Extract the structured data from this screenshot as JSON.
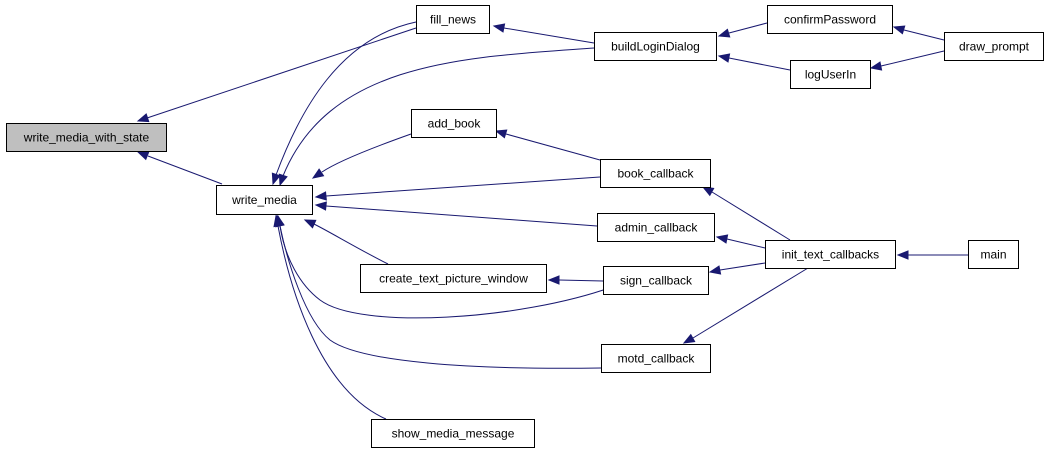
{
  "graph": {
    "edge_color": "#191970",
    "current_fill": "#bfbfbf",
    "node_fill": "#ffffff",
    "nodes": [
      {
        "id": "write_media_with_state",
        "label": "write_media_with_state",
        "current": true
      },
      {
        "id": "fill_news",
        "label": "fill_news"
      },
      {
        "id": "write_media",
        "label": "write_media"
      },
      {
        "id": "buildLoginDialog",
        "label": "buildLoginDialog"
      },
      {
        "id": "confirmPassword",
        "label": "confirmPassword"
      },
      {
        "id": "logUserIn",
        "label": "logUserIn"
      },
      {
        "id": "draw_prompt",
        "label": "draw_prompt"
      },
      {
        "id": "add_book",
        "label": "add_book"
      },
      {
        "id": "book_callback",
        "label": "book_callback"
      },
      {
        "id": "admin_callback",
        "label": "admin_callback"
      },
      {
        "id": "create_text_picture_window",
        "label": "create_text_picture_window"
      },
      {
        "id": "sign_callback",
        "label": "sign_callback"
      },
      {
        "id": "init_text_callbacks",
        "label": "init_text_callbacks"
      },
      {
        "id": "main",
        "label": "main"
      },
      {
        "id": "motd_callback",
        "label": "motd_callback"
      },
      {
        "id": "show_media_message",
        "label": "show_media_message"
      }
    ],
    "edges": [
      {
        "from": "fill_news",
        "to": "write_media_with_state"
      },
      {
        "from": "write_media",
        "to": "write_media_with_state"
      },
      {
        "from": "buildLoginDialog",
        "to": "fill_news"
      },
      {
        "from": "confirmPassword",
        "to": "buildLoginDialog"
      },
      {
        "from": "logUserIn",
        "to": "buildLoginDialog"
      },
      {
        "from": "draw_prompt",
        "to": "confirmPassword"
      },
      {
        "from": "draw_prompt",
        "to": "logUserIn"
      },
      {
        "from": "fill_news",
        "to": "write_media"
      },
      {
        "from": "buildLoginDialog",
        "to": "write_media"
      },
      {
        "from": "add_book",
        "to": "write_media"
      },
      {
        "from": "book_callback",
        "to": "write_media"
      },
      {
        "from": "admin_callback",
        "to": "write_media"
      },
      {
        "from": "create_text_picture_window",
        "to": "write_media"
      },
      {
        "from": "sign_callback",
        "to": "write_media"
      },
      {
        "from": "motd_callback",
        "to": "write_media"
      },
      {
        "from": "show_media_message",
        "to": "write_media"
      },
      {
        "from": "book_callback",
        "to": "add_book"
      },
      {
        "from": "sign_callback",
        "to": "create_text_picture_window"
      },
      {
        "from": "init_text_callbacks",
        "to": "book_callback"
      },
      {
        "from": "init_text_callbacks",
        "to": "admin_callback"
      },
      {
        "from": "init_text_callbacks",
        "to": "sign_callback"
      },
      {
        "from": "init_text_callbacks",
        "to": "motd_callback"
      },
      {
        "from": "main",
        "to": "init_text_callbacks"
      }
    ]
  }
}
